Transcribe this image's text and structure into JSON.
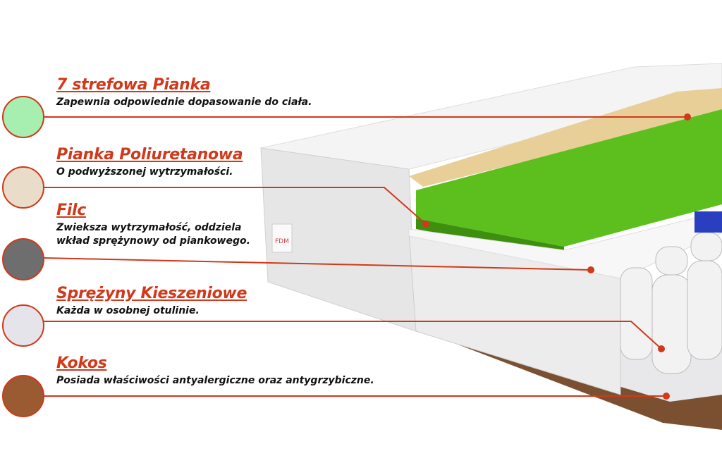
{
  "layers": [
    {
      "title": "7 strefowa Pianka",
      "desc": [
        "Zapewnia odpowiednie dopasowanie do ciała."
      ],
      "swatch": "#a6efb0"
    },
    {
      "title": "Pianka Poliuretanowa",
      "desc": [
        "O podwyższonej wytrzymałości."
      ],
      "swatch": "#e9dcc8"
    },
    {
      "title": "Filc",
      "desc": [
        "Zwieksza wytrzymałość, oddziela",
        "wkład sprężynowy od piankowego."
      ],
      "swatch": "#6e6e6e"
    },
    {
      "title": "Sprężyny Kieszeniowe",
      "desc": [
        "Każda w osobnej otulinie."
      ],
      "swatch": "#e4e4ea"
    },
    {
      "title": "Kokos",
      "desc": [
        "Posiada właściwości antyalergiczne oraz antygrzybiczne."
      ],
      "swatch": "#9a5a32"
    }
  ],
  "colors": {
    "accent": "#d0391b",
    "foam_green": "#5cbf1e",
    "pu_foam": "#e8cf98",
    "coir": "#7a5030"
  },
  "brand_label": "FDM"
}
